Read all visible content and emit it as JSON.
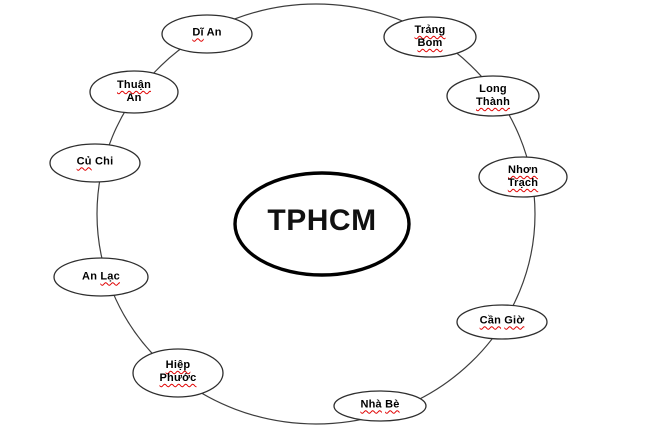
{
  "diagram_type": "radial-cycle",
  "center_node": {
    "label": "TPHCM"
  },
  "nodes": [
    {
      "id": "di-an",
      "label": "Dĩ An",
      "words": [
        {
          "t": "Dĩ",
          "misspelled": true
        },
        {
          "t": "An",
          "misspelled": false
        }
      ]
    },
    {
      "id": "trang-bom",
      "label": "Trảng Bom",
      "words": [
        {
          "t": "Trảng",
          "misspelled": true
        },
        {
          "t": "Bom",
          "misspelled": true
        }
      ]
    },
    {
      "id": "long-thanh",
      "label": "Long Thành",
      "words": [
        {
          "t": "Long",
          "misspelled": false
        },
        {
          "t": "Thành",
          "misspelled": true
        }
      ]
    },
    {
      "id": "nhon-trach",
      "label": "Nhơn Trạch",
      "words": [
        {
          "t": "Nhơn",
          "misspelled": true
        },
        {
          "t": "Trạch",
          "misspelled": true
        }
      ]
    },
    {
      "id": "can-gio",
      "label": "Cần Giờ",
      "words": [
        {
          "t": "Cần",
          "misspelled": true
        },
        {
          "t": "Giờ",
          "misspelled": true
        }
      ]
    },
    {
      "id": "nha-be",
      "label": "Nhà Bè",
      "words": [
        {
          "t": "Nhà",
          "misspelled": true
        },
        {
          "t": "Bè",
          "misspelled": true
        }
      ]
    },
    {
      "id": "hiep-phuoc",
      "label": "Hiệp Phước",
      "words": [
        {
          "t": "Hiệp",
          "misspelled": true
        },
        {
          "t": "Phước",
          "misspelled": true
        }
      ]
    },
    {
      "id": "an-lac",
      "label": "An Lạc",
      "words": [
        {
          "t": "An",
          "misspelled": false
        },
        {
          "t": "Lạc",
          "misspelled": true
        }
      ]
    },
    {
      "id": "cu-chi",
      "label": "Củ Chi",
      "words": [
        {
          "t": "Củ",
          "misspelled": true
        },
        {
          "t": "Chi",
          "misspelled": false
        }
      ]
    },
    {
      "id": "thuan-an",
      "label": "Thuận An",
      "words": [
        {
          "t": "Thuận",
          "misspelled": true
        },
        {
          "t": "An",
          "misspelled": false
        }
      ]
    }
  ],
  "colors": {
    "background": "#ffffff",
    "ring_stroke": "#3d3d3d",
    "node_stroke": "#2e2e2e",
    "node_fill": "#ffffff",
    "center_stroke": "#000000",
    "text": "#000000",
    "squiggle": "#e00000"
  }
}
